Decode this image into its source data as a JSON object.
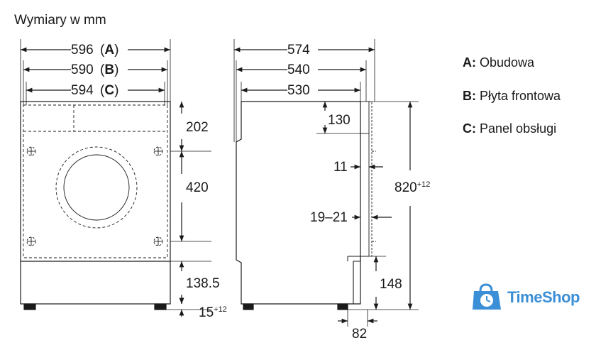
{
  "title": "Wymiary w mm",
  "front_view": {
    "width_a": {
      "value": "596",
      "key": "A"
    },
    "width_b": {
      "value": "590",
      "key": "B"
    },
    "width_c": {
      "value": "594",
      "key": "C"
    },
    "h_top": "202",
    "h_mid": "420",
    "h_bottom": "138.5",
    "h_feet": "15",
    "h_feet_sup": "+12"
  },
  "side_view": {
    "depth1": "574",
    "depth2": "540",
    "depth3": "530",
    "d_130": "130",
    "d_11": "11",
    "d_19_21": "19–21",
    "height_total": "820",
    "height_total_sup": "+12",
    "h_148": "148",
    "d_82": "82"
  },
  "legend": [
    {
      "key": "A:",
      "label": "Obudowa"
    },
    {
      "key": "B:",
      "label": "Płyta frontowa"
    },
    {
      "key": "C:",
      "label": "Panel obsługi"
    }
  ],
  "watermark": {
    "text": "TimeShop",
    "color": "#3b8fd6"
  }
}
